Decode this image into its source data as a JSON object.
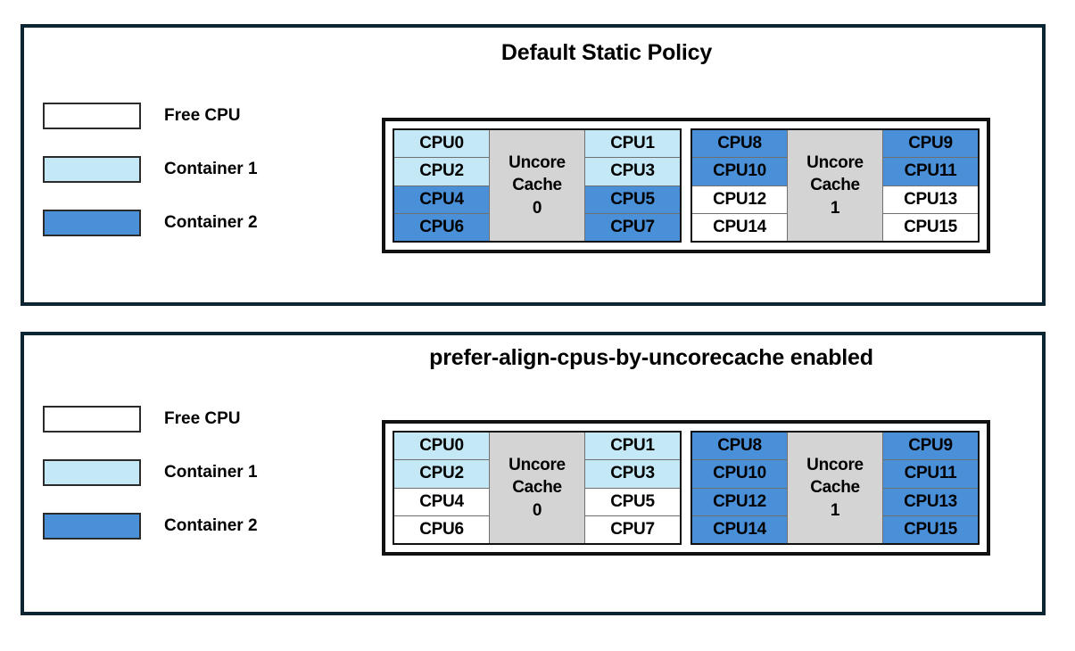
{
  "colors": {
    "free_cpu": "#ffffff",
    "container1": "#c5e8f7",
    "container2": "#4a90d9",
    "uncore_cache": "#d4d4d4",
    "panel_border": "#0c2533",
    "diagram_border": "#111111"
  },
  "legend_items": [
    {
      "label": "Free CPU",
      "fill": "free"
    },
    {
      "label": "Container 1",
      "fill": "c1"
    },
    {
      "label": "Container 2",
      "fill": "c2"
    }
  ],
  "panels": [
    {
      "id": "default-static-policy",
      "title": "Default Static Policy",
      "sockets": [
        {
          "uncore_label_line1": "Uncore",
          "uncore_label_line2": "Cache",
          "uncore_index": "0",
          "left_column": [
            {
              "label": "CPU0",
              "fill": "c1"
            },
            {
              "label": "CPU2",
              "fill": "c1"
            },
            {
              "label": "CPU4",
              "fill": "c2"
            },
            {
              "label": "CPU6",
              "fill": "c2"
            }
          ],
          "right_column": [
            {
              "label": "CPU1",
              "fill": "c1"
            },
            {
              "label": "CPU3",
              "fill": "c1"
            },
            {
              "label": "CPU5",
              "fill": "c2"
            },
            {
              "label": "CPU7",
              "fill": "c2"
            }
          ]
        },
        {
          "uncore_label_line1": "Uncore",
          "uncore_label_line2": "Cache",
          "uncore_index": "1",
          "left_column": [
            {
              "label": "CPU8",
              "fill": "c2"
            },
            {
              "label": "CPU10",
              "fill": "c2"
            },
            {
              "label": "CPU12",
              "fill": "free"
            },
            {
              "label": "CPU14",
              "fill": "free"
            }
          ],
          "right_column": [
            {
              "label": "CPU9",
              "fill": "c2"
            },
            {
              "label": "CPU11",
              "fill": "c2"
            },
            {
              "label": "CPU13",
              "fill": "free"
            },
            {
              "label": "CPU15",
              "fill": "free"
            }
          ]
        }
      ]
    },
    {
      "id": "prefer-align-cpus-by-uncorecache",
      "title": "prefer-align-cpus-by-uncorecache enabled",
      "sockets": [
        {
          "uncore_label_line1": "Uncore",
          "uncore_label_line2": "Cache",
          "uncore_index": "0",
          "left_column": [
            {
              "label": "CPU0",
              "fill": "c1"
            },
            {
              "label": "CPU2",
              "fill": "c1"
            },
            {
              "label": "CPU4",
              "fill": "free"
            },
            {
              "label": "CPU6",
              "fill": "free"
            }
          ],
          "right_column": [
            {
              "label": "CPU1",
              "fill": "c1"
            },
            {
              "label": "CPU3",
              "fill": "c1"
            },
            {
              "label": "CPU5",
              "fill": "free"
            },
            {
              "label": "CPU7",
              "fill": "free"
            }
          ]
        },
        {
          "uncore_label_line1": "Uncore",
          "uncore_label_line2": "Cache",
          "uncore_index": "1",
          "left_column": [
            {
              "label": "CPU8",
              "fill": "c2"
            },
            {
              "label": "CPU10",
              "fill": "c2"
            },
            {
              "label": "CPU12",
              "fill": "c2"
            },
            {
              "label": "CPU14",
              "fill": "c2"
            }
          ],
          "right_column": [
            {
              "label": "CPU9",
              "fill": "c2"
            },
            {
              "label": "CPU11",
              "fill": "c2"
            },
            {
              "label": "CPU13",
              "fill": "c2"
            },
            {
              "label": "CPU15",
              "fill": "c2"
            }
          ]
        }
      ]
    }
  ]
}
